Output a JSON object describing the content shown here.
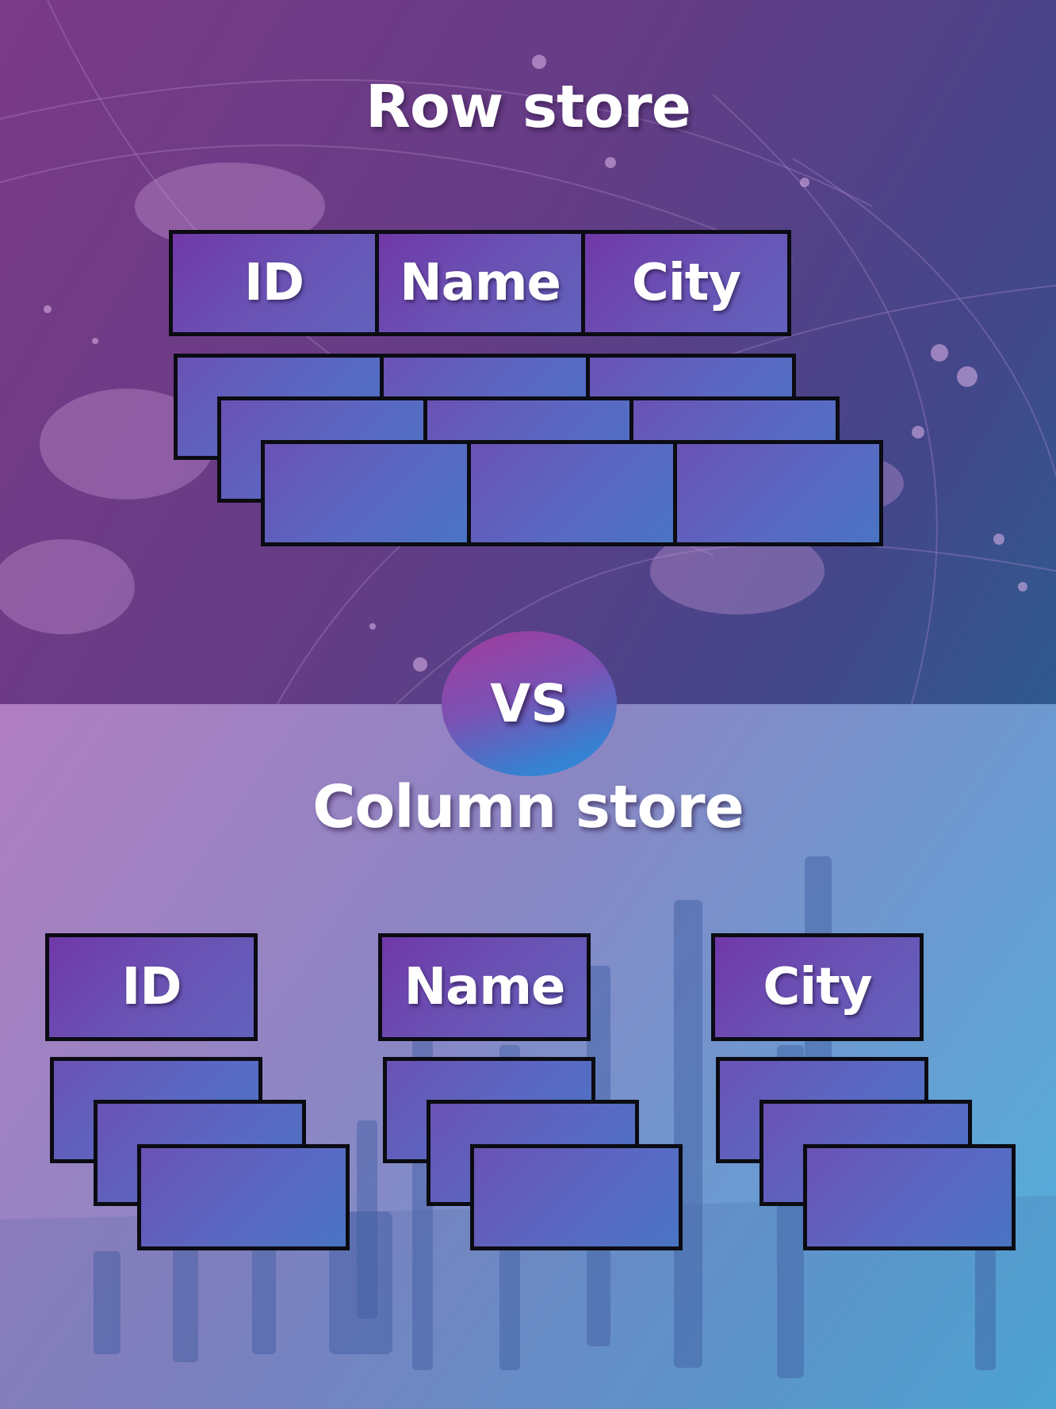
{
  "row_store": {
    "title": "Row store",
    "header": [
      "ID",
      "Name",
      "City"
    ]
  },
  "badge": {
    "label": "VS"
  },
  "column_store": {
    "title": "Column store",
    "columns": [
      {
        "label": "ID"
      },
      {
        "label": "Name"
      },
      {
        "label": "City"
      }
    ]
  }
}
